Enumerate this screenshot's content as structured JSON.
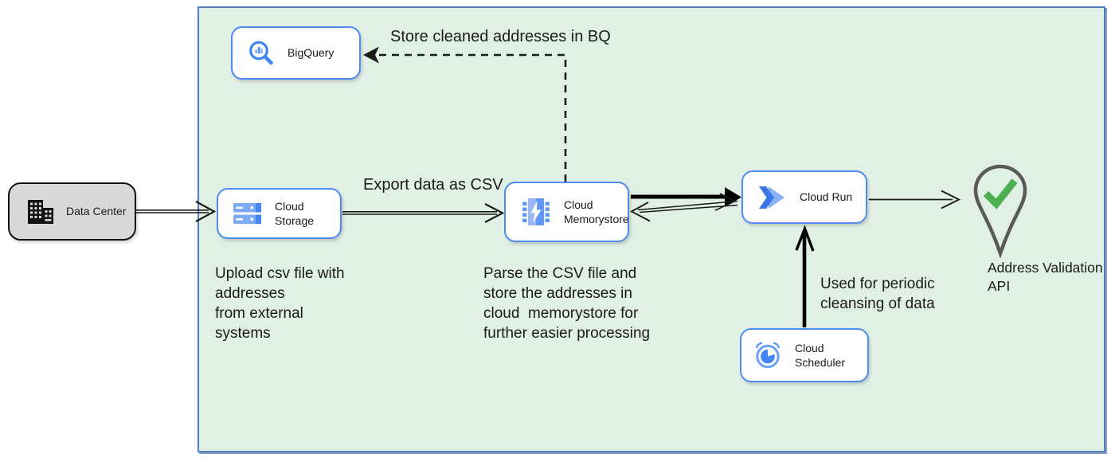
{
  "diagram": {
    "nodes": {
      "data_center": {
        "label": "Data Center",
        "icon": "building-icon"
      },
      "bigquery": {
        "label": "BigQuery",
        "icon": "bigquery-magnifier-icon"
      },
      "cloud_storage": {
        "label": "Cloud Storage",
        "icon": "storage-disks-icon"
      },
      "cloud_memorystore": {
        "label": "Cloud Memorystore",
        "icon": "memorystore-chip-icon"
      },
      "cloud_run": {
        "label": "Cloud Run",
        "icon": "cloud-run-chevrons-icon"
      },
      "cloud_scheduler": {
        "label": "Cloud Scheduler",
        "icon": "alarm-clock-icon"
      },
      "address_validation_api": {
        "label": "Address Validation\nAPI",
        "icon": "location-pin-check-icon"
      }
    },
    "annotations": {
      "store_bq": "Store cleaned addresses in BQ",
      "export_csv": "Export data as CSV",
      "upload_csv": "Upload csv file with\naddresses\nfrom external\nsystems",
      "parse_csv": "Parse the CSV file and\nstore the addresses in\ncloud  memorystore for\nfurther easier processing",
      "periodic_cleansing": "Used for periodic\ncleansing of data"
    },
    "colors": {
      "node_border_blue": "#4e8cf0",
      "icon_blue": "#4285f4",
      "icon_light_blue": "#8ab0f8",
      "container_fill_green": "#e0f0e5",
      "container_border_blue": "#4d7ebf",
      "data_center_fill_gray": "#d9d9d9",
      "check_green": "#4caf50",
      "pin_gray": "#595959",
      "arrow_black": "#1a1a1a"
    }
  }
}
